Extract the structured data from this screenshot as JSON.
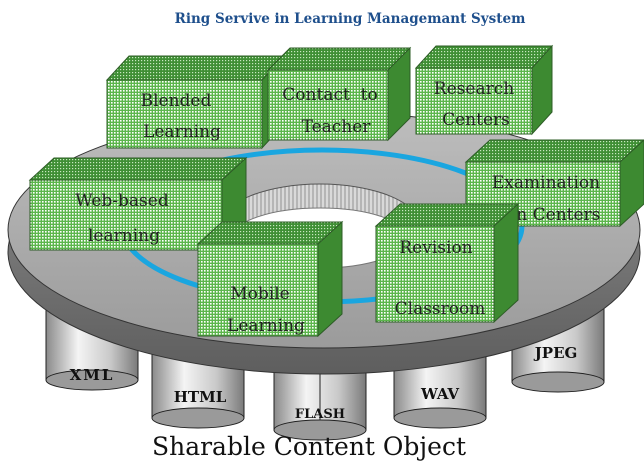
{
  "title": "Ring Servive in Learning Managemant System",
  "boxes": {
    "blended": {
      "line1": "Blended",
      "line2": "Learning"
    },
    "contact": {
      "line1": "Contact  to",
      "line2": "Teacher"
    },
    "research": {
      "line1": "Research",
      "line2": "Centers"
    },
    "web": {
      "line1": "Web-based",
      "line2": "learning"
    },
    "exam": {
      "line1": "Examination",
      "line2": "In Centers"
    },
    "mobile": {
      "line1": "Mobile",
      "line2": "Learning"
    },
    "revision": {
      "line1": "Revision",
      "line2": "Classroom"
    }
  },
  "cylinders": {
    "xml": "XML",
    "html": "HTML",
    "flash": "FLASH",
    "wav": "WAV",
    "jpeg": "JPEG"
  },
  "footer": "Sharable Content Object",
  "colors": {
    "title": "#1e4f8c",
    "box_green": "#6cc45c",
    "ring_gray": "#a9a9a9",
    "loop_blue": "#1aa6e0"
  }
}
